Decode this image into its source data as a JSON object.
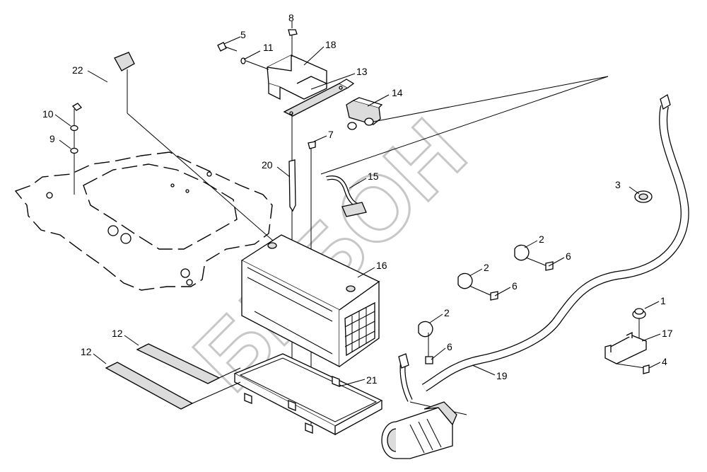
{
  "watermark": {
    "text": "БИБОН"
  },
  "callouts": [
    {
      "id": "c1",
      "text": "1"
    },
    {
      "id": "c2a",
      "text": "2"
    },
    {
      "id": "c2b",
      "text": "2"
    },
    {
      "id": "c2c",
      "text": "2"
    },
    {
      "id": "c3",
      "text": "3"
    },
    {
      "id": "c4",
      "text": "4"
    },
    {
      "id": "c5",
      "text": "5"
    },
    {
      "id": "c6a",
      "text": "6"
    },
    {
      "id": "c6b",
      "text": "6"
    },
    {
      "id": "c6c",
      "text": "6"
    },
    {
      "id": "c7",
      "text": "7"
    },
    {
      "id": "c8",
      "text": "8"
    },
    {
      "id": "c9",
      "text": "9"
    },
    {
      "id": "c10",
      "text": "10"
    },
    {
      "id": "c11",
      "text": "11"
    },
    {
      "id": "c12a",
      "text": "12"
    },
    {
      "id": "c12b",
      "text": "12"
    },
    {
      "id": "c13",
      "text": "13"
    },
    {
      "id": "c14",
      "text": "14"
    },
    {
      "id": "c15",
      "text": "15"
    },
    {
      "id": "c16",
      "text": "16"
    },
    {
      "id": "c17",
      "text": "17"
    },
    {
      "id": "c18",
      "text": "18"
    },
    {
      "id": "c19",
      "text": "19"
    },
    {
      "id": "c20",
      "text": "20"
    },
    {
      "id": "c21",
      "text": "21"
    },
    {
      "id": "c22",
      "text": "22"
    }
  ]
}
